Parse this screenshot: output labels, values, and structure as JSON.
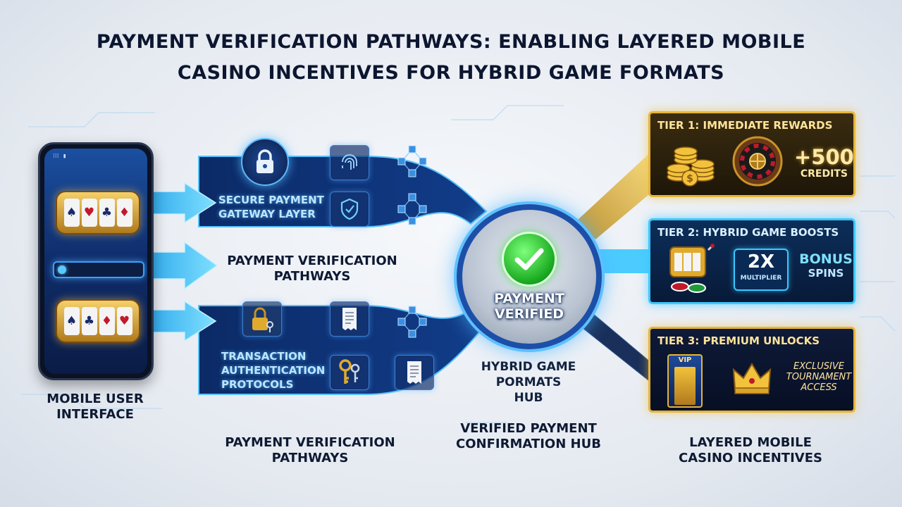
{
  "title": {
    "line1": "PAYMENT VERIFICATION PATHWAYS: ENABLING LAYERED MOBILE",
    "line2": "CASINO INCENTIVES FOR HYBRID GAME FORMATS"
  },
  "phone": {
    "status": "⁝⁝⁝ ▮",
    "label_line1": "MOBILE USER",
    "label_line2": "INTERFACE"
  },
  "lanes": {
    "top": {
      "line1": "SECURE PAYMENT",
      "line2": "GATEWAY LAYER"
    },
    "middle": {
      "line1": "PAYMENT VERIFICATION",
      "line2": "PATHWAYS"
    },
    "bottom": {
      "line1": "TRANSACTION",
      "line2": "AUTHENTICATION",
      "line3": "PROTOCOLS"
    }
  },
  "bottom_labels": {
    "pathways_line1": "PAYMENT VERIFICATION",
    "pathways_line2": "PATHWAYS",
    "hub_line1": "VERIFIED PAYMENT",
    "hub_line2": "CONFIRMATION HUB",
    "incentives_line1": "LAYERED MOBILE",
    "incentives_line2": "CASINO INCENTIVES"
  },
  "hub": {
    "line1": "PAYMENT",
    "line2": "VERIFIED",
    "caption_line1": "HYBRID GAME",
    "caption_line2": "PORMATS",
    "caption_line3": "HUB"
  },
  "tiers": {
    "tier1": {
      "title": "TIER 1: IMMEDIATE REWARDS",
      "amount": "+500",
      "unit": "CREDITS"
    },
    "tier2": {
      "title": "TIER 2: HYBRID GAME BOOSTS",
      "mult": "2X",
      "mult_label": "MULTIPLIER",
      "bonus1": "BONUS",
      "bonus2": "SPINS"
    },
    "tier3": {
      "title": "TIER 3: PREMIUM UNLOCKS",
      "vip": "VIP",
      "excl1": "EXCLUSIVE",
      "excl2": "TOURNAMENT",
      "excl3": "ACCESS"
    }
  },
  "colors": {
    "flow_blue": "#3ac8ff",
    "gold": "#e5b43a",
    "verified_green": "#17a81e",
    "navy": "#0e1a33"
  },
  "icons": [
    "lock-icon",
    "fingerprint-icon",
    "shield-icon",
    "padlock-key-icon",
    "receipt-icon",
    "keys-icon",
    "cube-network-icon",
    "checkmark-icon",
    "coins-icon",
    "roulette-icon",
    "slot-machine-icon",
    "poker-chips-icon",
    "vip-door-icon",
    "crown-icon"
  ]
}
